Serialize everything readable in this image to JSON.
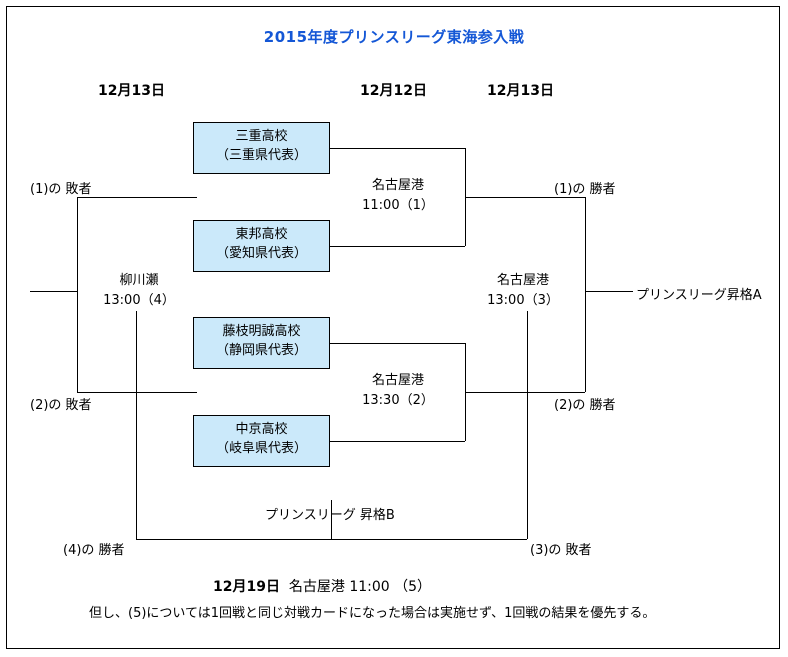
{
  "title": "2015年度プリンスリーグ東海参入戦",
  "colors": {
    "title": "#1457d6",
    "box_fill": "#cbe9fa",
    "line": "#000000",
    "text": "#000000"
  },
  "date_headers": [
    {
      "label": "12月13日"
    },
    {
      "label": "12月12日"
    },
    {
      "label": "12月13日"
    }
  ],
  "teams": [
    {
      "name": "三重高校",
      "region": "（三重県代表）"
    },
    {
      "name": "東邦高校",
      "region": "（愛知県代表）"
    },
    {
      "name": "藤枝明誠高校",
      "region": "（静岡県代表）"
    },
    {
      "name": "中京高校",
      "region": "（岐阜県代表）"
    }
  ],
  "matches": [
    {
      "venue": "名古屋港",
      "time": "11:00",
      "no": "（1）"
    },
    {
      "venue": "名古屋港",
      "time": "13:30",
      "no": "（2）"
    },
    {
      "venue": "名古屋港",
      "time": "13:00",
      "no": "（3）"
    },
    {
      "venue": "柳川瀬",
      "time": "13:00",
      "no": "（4）"
    }
  ],
  "side_labels": {
    "loser1": "(1)の 敗者",
    "loser2": "(2)の 敗者",
    "winner1": "(1)の 勝者",
    "winner2": "(2)の 勝者",
    "winner4": "(4)の 勝者",
    "loser3": "(3)の 敗者"
  },
  "promotions": {
    "a": "プリンスリーグ昇格A",
    "b": "プリンスリーグ 昇格B"
  },
  "footer": {
    "date": "12月19日",
    "detail": "名古屋港  11:00  （5）",
    "note": "但し、(5)については1回戦と同じ対戦カードになった場合は実施せず、1回戦の結果を優先する。"
  }
}
